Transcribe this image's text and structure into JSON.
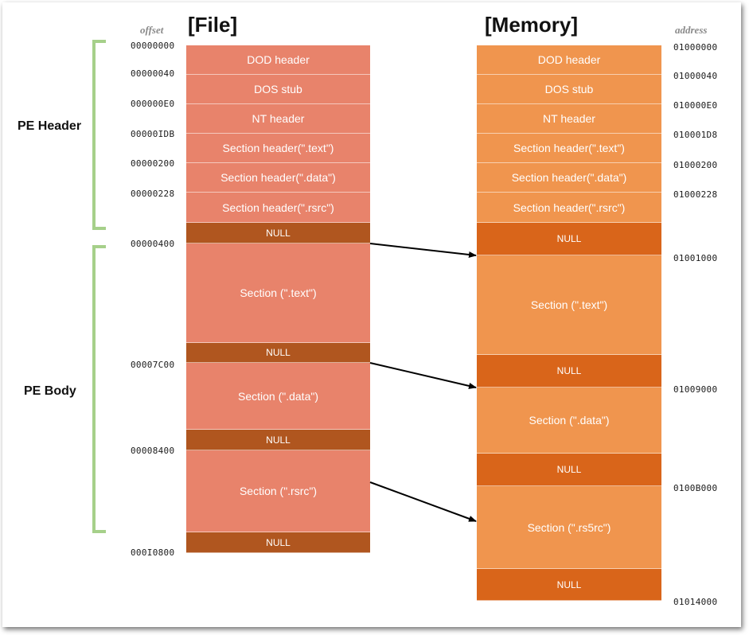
{
  "headers": {
    "file_title": "[File]",
    "memory_title": "[Memory]",
    "offset_label": "offset",
    "address_label": "address"
  },
  "groups": {
    "pe_header": "PE Header",
    "pe_body": "PE Body"
  },
  "file": {
    "blocks": [
      {
        "label": "DOD header",
        "kind": "section"
      },
      {
        "label": "DOS stub",
        "kind": "section"
      },
      {
        "label": "NT header",
        "kind": "section"
      },
      {
        "label": "Section header(\".text\")",
        "kind": "section"
      },
      {
        "label": "Section header(\".data\")",
        "kind": "section"
      },
      {
        "label": "Section header(\".rsrc\")",
        "kind": "section"
      },
      {
        "label": "NULL",
        "kind": "null"
      },
      {
        "label": "Section (\".text\")",
        "kind": "section"
      },
      {
        "label": "NULL",
        "kind": "null"
      },
      {
        "label": "Section (\".data\")",
        "kind": "section"
      },
      {
        "label": "NULL",
        "kind": "null"
      },
      {
        "label": "Section (\".rsrc\")",
        "kind": "section"
      },
      {
        "label": "NULL",
        "kind": "null"
      }
    ],
    "offsets": [
      "00000000",
      "00000040",
      "000000E0",
      "00000IDB",
      "00000200",
      "00000228",
      "00000400",
      "00007C00",
      "00008400",
      "000I0800"
    ]
  },
  "memory": {
    "blocks": [
      {
        "label": "DOD header",
        "kind": "section"
      },
      {
        "label": "DOS stub",
        "kind": "section"
      },
      {
        "label": "NT header",
        "kind": "section"
      },
      {
        "label": "Section header(\".text\")",
        "kind": "section"
      },
      {
        "label": "Section header(\".data\")",
        "kind": "section"
      },
      {
        "label": "Section header(\".rsrc\")",
        "kind": "section"
      },
      {
        "label": "NULL",
        "kind": "null"
      },
      {
        "label": "Section (\".text\")",
        "kind": "section"
      },
      {
        "label": "NULL",
        "kind": "null"
      },
      {
        "label": "Section (\".data\")",
        "kind": "section"
      },
      {
        "label": "NULL",
        "kind": "null"
      },
      {
        "label": "Section (\".rs5rc\")",
        "kind": "section"
      },
      {
        "label": "NULL",
        "kind": "null"
      }
    ],
    "addresses": [
      "01000000",
      "01000040",
      "010000E0",
      "010001D8",
      "01000200",
      "01000228",
      "01001000",
      "01009000",
      "0100B000",
      "01014000"
    ]
  },
  "colors": {
    "file_section": "#e8836b",
    "file_null": "#b0561f",
    "memory_section": "#f0954e",
    "memory_null": "#d9651a",
    "bracket": "#a6d08a"
  }
}
